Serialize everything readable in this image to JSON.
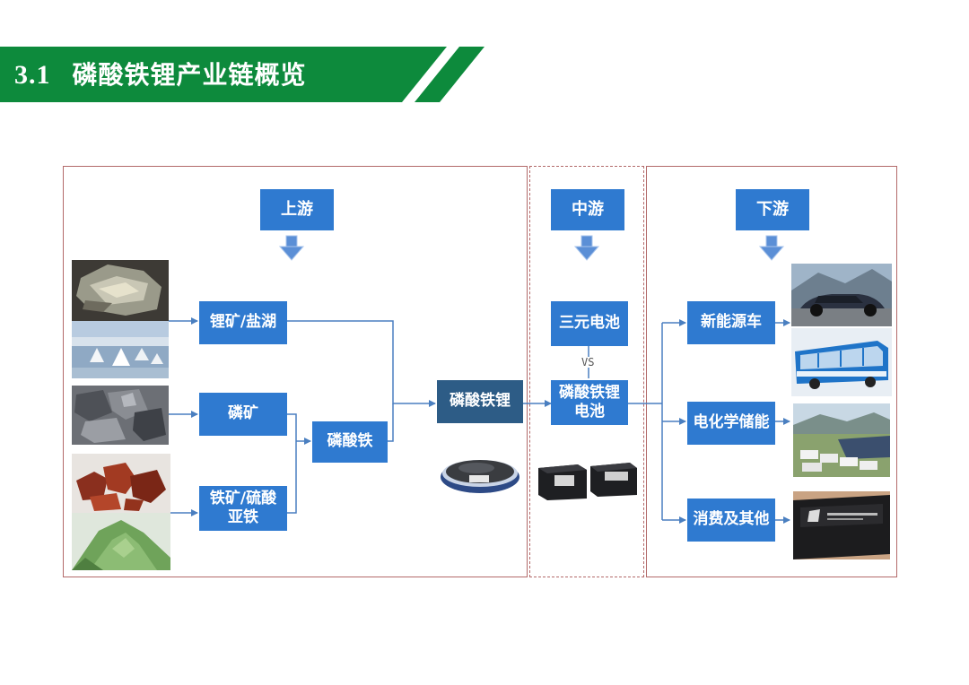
{
  "header": {
    "number": "3.1",
    "title": "磷酸铁锂产业链概览",
    "color": "#0d8a3c"
  },
  "sections": {
    "upstream": "上游",
    "midstream": "中游",
    "downstream": "下游"
  },
  "upstream": {
    "lithium": "锂矿/盐湖",
    "phosphate": "磷矿",
    "iron": "铁矿/硫酸亚铁",
    "iron_l1": "铁矿/硫酸",
    "iron_l2": "亚铁",
    "iron_phosphate": "磷酸铁",
    "lfp": "磷酸铁锂"
  },
  "midstream": {
    "ternary": "三元电池",
    "vs": "VS",
    "lfp_battery_l1": "磷酸铁锂",
    "lfp_battery_l2": "电池"
  },
  "downstream": {
    "nev": "新能源车",
    "storage": "电化学储能",
    "consumer": "消费及其他"
  },
  "colors": {
    "box": "#2f7ad0",
    "box_dark": "#2d5c86",
    "line": "#4a7fc0",
    "border": "#b36a6a"
  },
  "icons": [
    "down-arrow-icon",
    "arrow-right-icon"
  ]
}
